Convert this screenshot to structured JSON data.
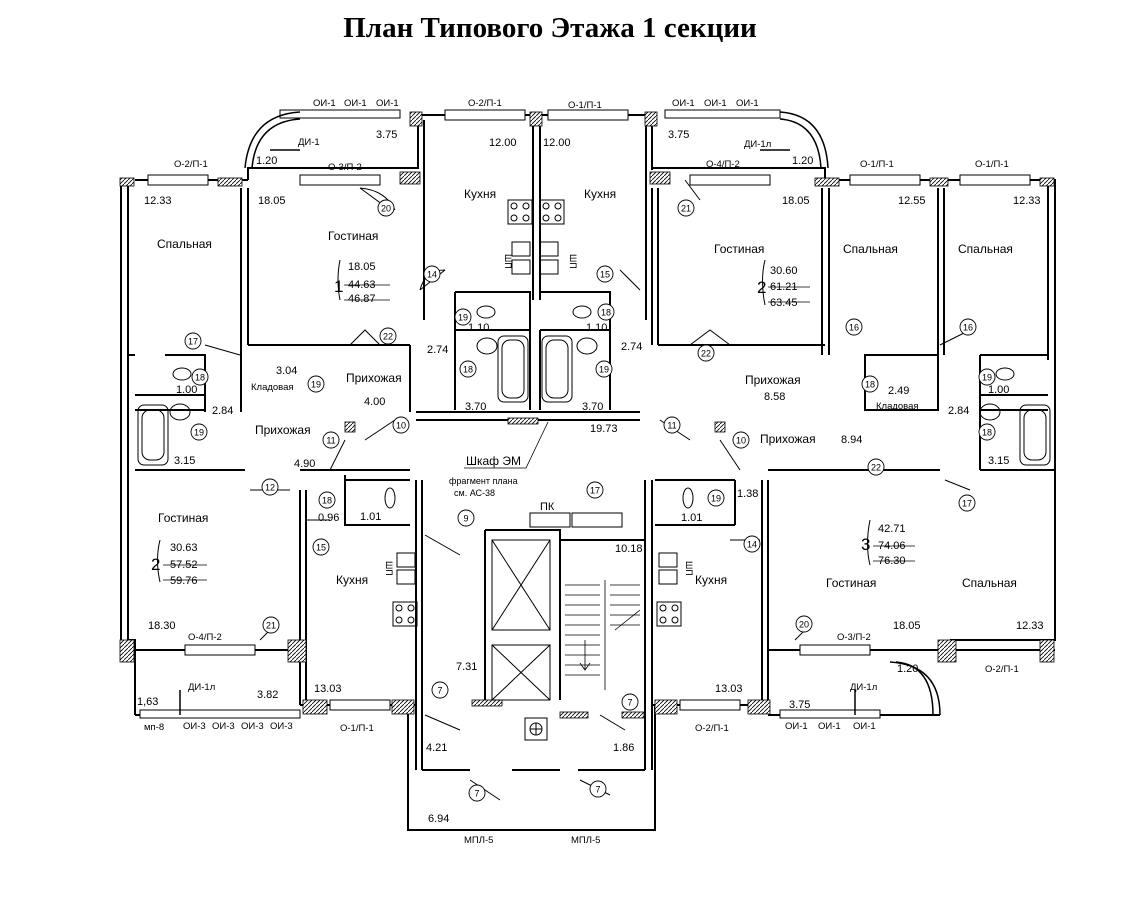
{
  "title": "План Типового Этажа 1 секции",
  "rooms": {
    "spalnaya": "Спальная",
    "gostinaya": "Гостиная",
    "kukhnya": "Кухня",
    "prikhozhaya": "Прихожая",
    "kladovaya": "Кладовая"
  },
  "windows": {
    "oi1": "ОИ-1",
    "oi3": "ОИ-3",
    "o2p1": "О-2/П-1",
    "o1p1": "О-1/П-1",
    "o3p2": "О-3/П-2",
    "o4p2": "О-4/П-2",
    "di1": "ДИ-1",
    "di1l": "ДИ-1л",
    "mp8": "мп-8",
    "mpl5": "МПЛ-5"
  },
  "labels": {
    "shkaf": "Шкаф ЭМ",
    "fragment1": "фрагмент плана",
    "fragment2": "см. АС-38",
    "pk": "ПК",
    "shp": "ШП"
  },
  "apartments": [
    {
      "number": "1",
      "living": "18.05",
      "flat": "44.63",
      "total": "46.87"
    },
    {
      "number": "2",
      "living": "30.60",
      "flat": "61.21",
      "total": "63.45"
    },
    {
      "number": "2",
      "living": "30.63",
      "flat": "57.52",
      "total": "59.76"
    },
    {
      "number": "3",
      "living": "42.71",
      "flat": "74.06",
      "total": "76.30"
    }
  ],
  "areas": {
    "a375": "3.75",
    "a120": "1.20",
    "a1200": "12.00",
    "a1233": "12.33",
    "a1805": "18.05",
    "a1255": "12.55",
    "a304": "3.04",
    "a400": "4.00",
    "a274": "2.74",
    "a110": "1.10",
    "a370": "3.70",
    "a858": "8.58",
    "a249": "2.49",
    "a100": "1.00",
    "a284": "2.84",
    "a315": "3.15",
    "a490": "4.90",
    "a1973": "19.73",
    "a894": "8.94",
    "a096": "0.96",
    "a101": "1.01",
    "a138": "1.38",
    "a1018": "10.18",
    "a1830": "18.30",
    "a731": "7.31",
    "a1303": "13.03",
    "a163": "1,63",
    "a382": "3.82",
    "a421": "4.21",
    "a186": "1.86",
    "a694": "6.94"
  },
  "door_tags": [
    "7",
    "9",
    "10",
    "11",
    "12",
    "14",
    "15",
    "16",
    "17",
    "18",
    "19",
    "20",
    "21",
    "22"
  ]
}
